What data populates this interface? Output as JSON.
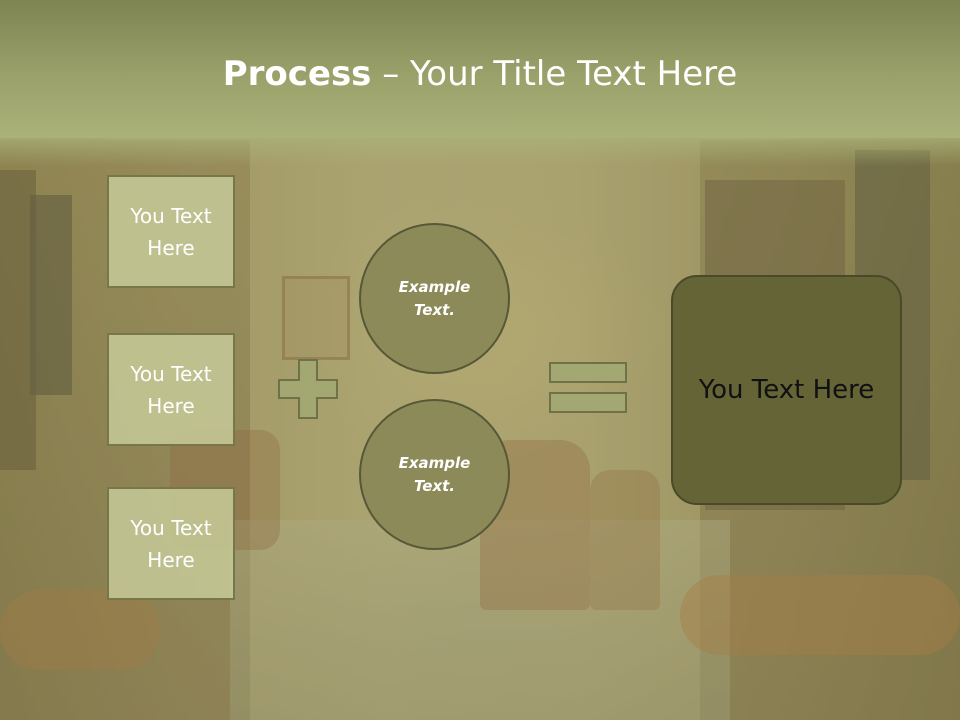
{
  "title": {
    "bold": "Process",
    "rest": " – Your Title Text Here"
  },
  "left_boxes": [
    {
      "label": "You Text Here"
    },
    {
      "label": "You Text Here"
    },
    {
      "label": "You Text Here"
    }
  ],
  "circles": [
    {
      "label": "Example Text."
    },
    {
      "label": "Example Text."
    }
  ],
  "operators": {
    "plus": "plus-icon",
    "equals": "equals-icon"
  },
  "result": {
    "label": "You Text Here"
  },
  "colors": {
    "header": "#9aa16a",
    "box_fill": "#c4c896",
    "circle_fill": "#8c8a58",
    "result_fill": "#656436",
    "operator_fill": "#a3a872"
  }
}
